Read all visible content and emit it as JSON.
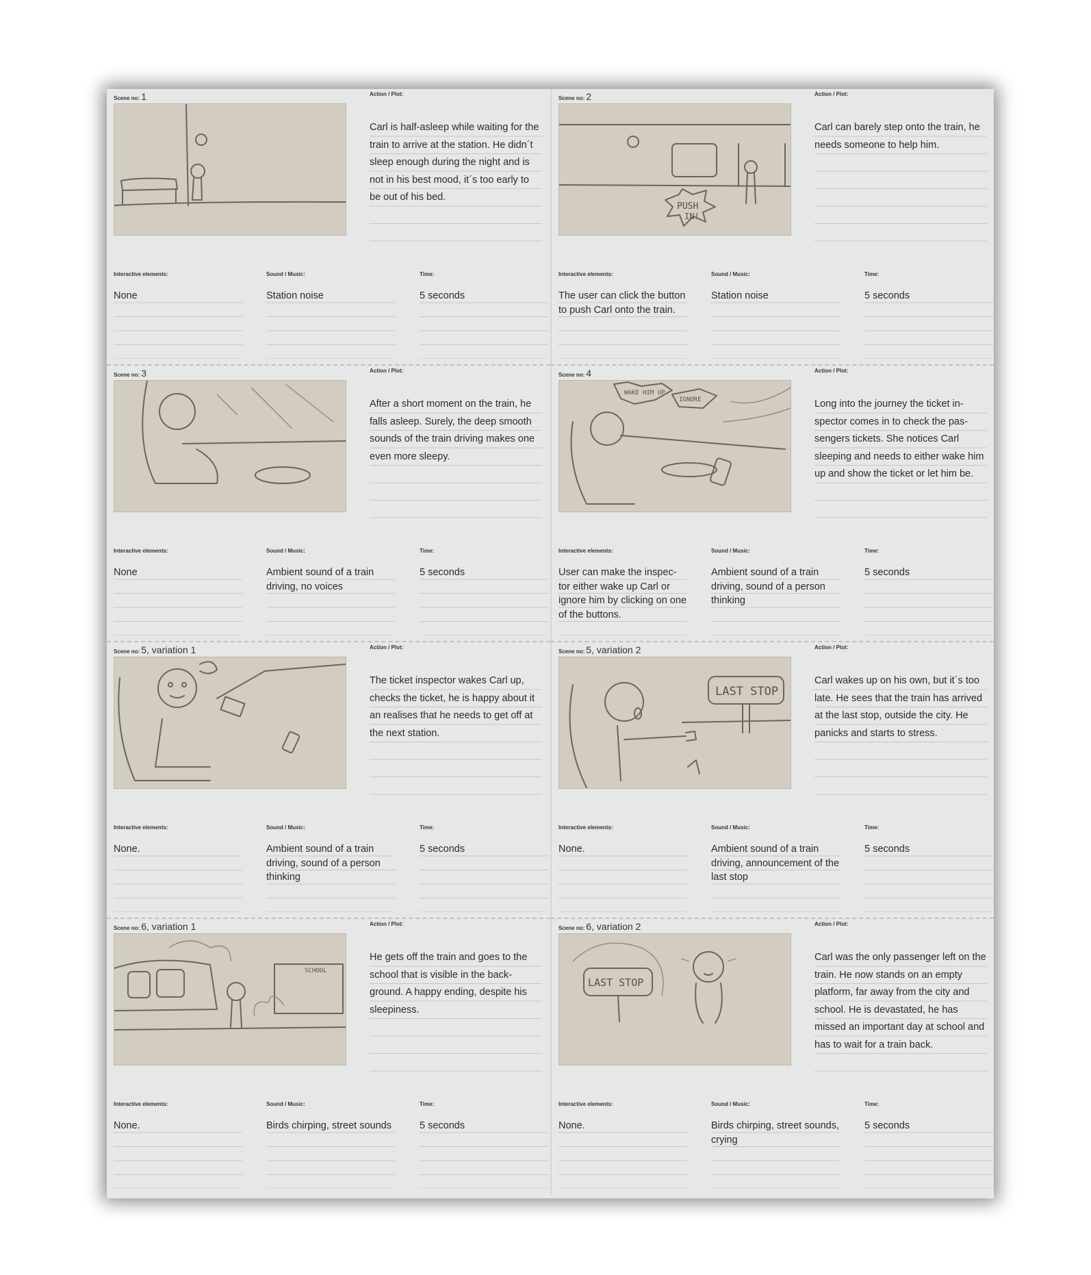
{
  "labels": {
    "scene_no": "Scene no:",
    "action_plot": "Action / Plot:",
    "interactive": "Interactive elements:",
    "sound": "Sound / Music:",
    "time": "Time:"
  },
  "scenes": [
    {
      "scene_no": "1",
      "action": "Carl is half-asleep while waiting for the train to arrive at the station. He didn´t sleep enough during the night and is not in his best mood, it´s too early to be out of his bed.",
      "interactive": "None",
      "sound": "Station noise",
      "time": "5 seconds",
      "sketch_words": []
    },
    {
      "scene_no": "2",
      "action": "Carl can barely step onto the train, he needs someone to help him.",
      "interactive": "The user can click the button to push Carl onto the train.",
      "sound": "Station noise",
      "time": "5 seconds",
      "sketch_words": [
        "PUSH",
        "IN!"
      ]
    },
    {
      "scene_no": "3",
      "action": "After a short moment on the train, he falls asleep. Surely, the deep smooth sounds of the train driving makes one even more sleepy.",
      "interactive": "None",
      "sound": "Ambient sound of a train driving, no voices",
      "time": "5 seconds",
      "sketch_words": []
    },
    {
      "scene_no": "4",
      "action": "Long into the journey the ticket in-spector comes in to check the pas-sengers tickets. She notices Carl sleeping and needs to either wake him up and show the ticket or let him be.",
      "interactive": "User can make the inspec-tor either wake up Carl or ignore him by clicking on one of the buttons.",
      "sound": "Ambient sound of a train driving, sound of a person thinking",
      "time": "5 seconds",
      "sketch_words": [
        "WAKE HIM UP",
        "IGNORE"
      ]
    },
    {
      "scene_no": "5, variation 1",
      "action": "The ticket inspector wakes Carl up, checks the ticket, he is happy about it an realises that he needs to get off at the next station.",
      "interactive": "None.",
      "sound": "Ambient sound of a train driving, sound of a person thinking",
      "time": "5 seconds",
      "sketch_words": []
    },
    {
      "scene_no": "5, variation 2",
      "action": "Carl wakes up on his own, but it´s too late. He sees that the train has arrived at the last stop, outside the city. He  panicks and starts to stress.",
      "interactive": "None.",
      "sound": "Ambient sound of a train driving, announcement of the last stop",
      "time": "5 seconds",
      "sketch_words": [
        "LAST STOP"
      ]
    },
    {
      "scene_no": "6, variation 1",
      "action": "He gets off the train and goes to the school that is visible in the back-ground. A happy ending, despite his sleepiness.",
      "interactive": "None.",
      "sound": "Birds chirping, street sounds",
      "time": "5 seconds",
      "sketch_words": [
        "SCHOOL"
      ]
    },
    {
      "scene_no": "6, variation 2",
      "action": "Carl was the only passenger left on the train. He now stands on an empty platform, far away from the city and school. He is devastated, he has missed an important day at school and has to wait for a train back.",
      "interactive": "None.",
      "sound": "Birds chirping, street sounds, crying",
      "time": "5 seconds",
      "sketch_words": [
        "LAST STOP"
      ]
    }
  ]
}
